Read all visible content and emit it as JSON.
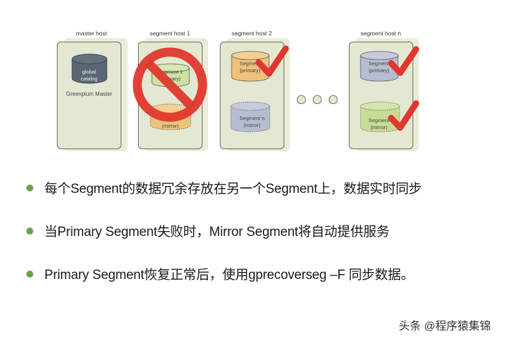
{
  "diagram": {
    "hosts": [
      {
        "label": "master host",
        "type": "master"
      },
      {
        "label": "segment host 1",
        "type": "segment",
        "status": "failed"
      },
      {
        "label": "segment host 2",
        "type": "segment",
        "status": "ok"
      },
      {
        "label": "segment host n",
        "type": "segment",
        "status": "ok"
      }
    ],
    "master": {
      "cylinder_label_line1": "global",
      "cylinder_label_line2": "catalog",
      "caption": "Greenplum Master"
    },
    "host1": {
      "primary_line1": "Segment 1",
      "primary_line2": "(primary)",
      "mirror_line1": "",
      "mirror_line2": "(mirror)"
    },
    "host2": {
      "primary_line1": "Segment",
      "primary_line2": "(primary)",
      "mirror_line1": "Segment n",
      "mirror_line2": "(mirror)"
    },
    "hostn": {
      "primary_line1": "Segment",
      "primary_line2": "(primary)",
      "mirror_line1": "Segment",
      "mirror_line2": "(mirror)"
    },
    "ellipsis_dots": 3,
    "colors": {
      "host_fill": "#e4e8d2",
      "master_cylinder": "#5b6675",
      "primary_green": "#cfe0a5",
      "primary_orange": "#efc27c",
      "mirror_blue": "#b7bdd0",
      "mirror_green": "#c8dc98",
      "failed_mark": "#e0382e",
      "check_mark": "#e0382e",
      "bullet": "#6aa04b"
    }
  },
  "bullets": [
    {
      "text": "每个Segment的数据冗余存放在另一个Segment上，数据实时同步"
    },
    {
      "text": "当Primary Segment失败时，Mirror Segment将自动提供服务"
    },
    {
      "text": "Primary Segment恢复正常后，使用gprecoverseg –F  同步数据。"
    }
  ],
  "watermark": "头条 @程序猿集锦"
}
